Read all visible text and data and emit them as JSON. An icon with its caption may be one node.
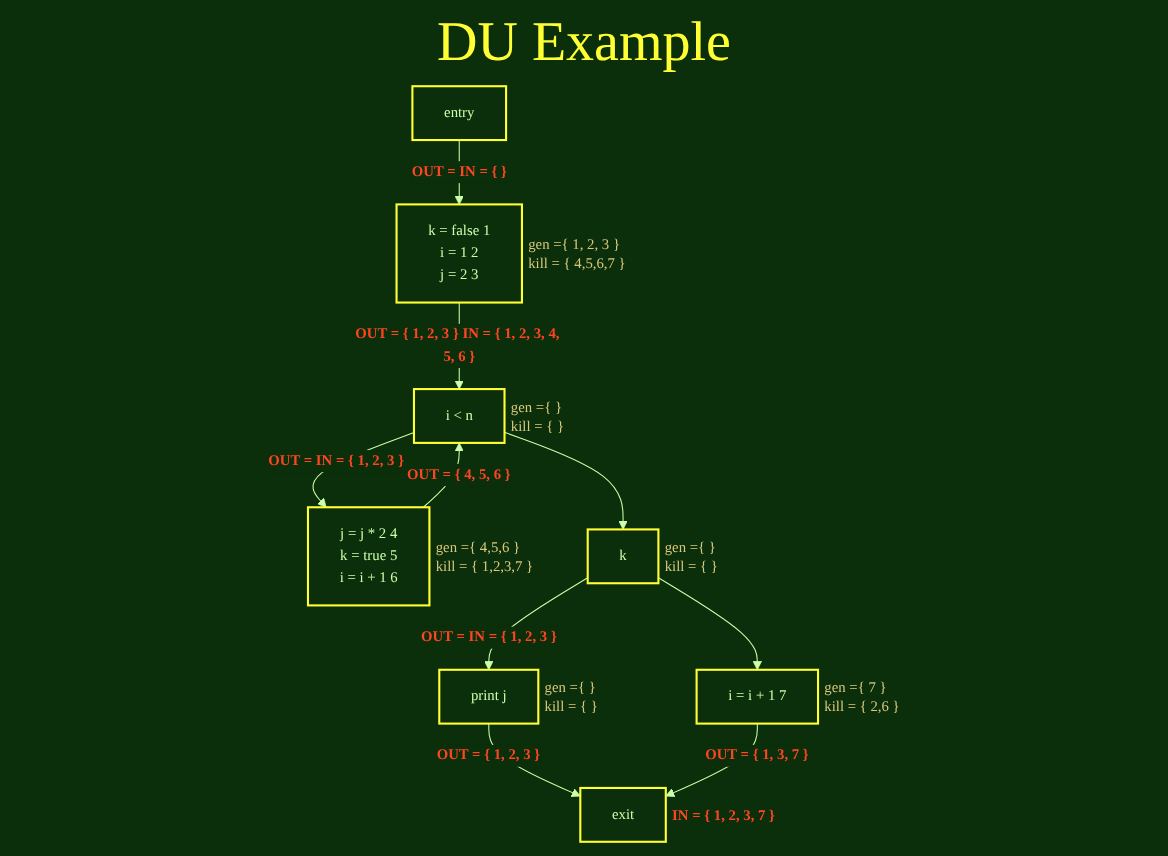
{
  "diagram": {
    "title": "DU Example",
    "nodes": [
      {
        "text": [
          "entry"
        ]
      },
      {
        "text": [
          "k = false 1",
          "i = 1 2",
          "j = 2 3"
        ],
        "beside": [
          "gen ={ 1, 2, 3 }",
          "kill = { 4,5,6,7 }"
        ]
      },
      {
        "text": [
          "i < n"
        ],
        "beside": [
          "gen ={ }",
          "kill = { }"
        ]
      },
      {
        "text": [
          "j = j * 2 4",
          "k = true 5",
          "i = i + 1 6"
        ],
        "beside": [
          "gen ={ 4,5,6 }",
          "kill = { 1,2,3,7 }"
        ]
      },
      {
        "text": [
          "k"
        ],
        "beside": [
          "gen ={ }",
          "kill = { }"
        ]
      },
      {
        "text": [
          "print j"
        ],
        "beside": [
          "gen ={ }",
          "kill = { }"
        ]
      },
      {
        "text": [
          "i = i + 1 7"
        ],
        "beside": [
          "gen ={ 7 }",
          "kill = { 2,6 }"
        ]
      },
      {
        "text": [
          "exit"
        ],
        "beside": [
          "IN = { 1, 2, 3, 7 }"
        ]
      }
    ],
    "edges": [
      {
        "from": 0,
        "to": 1,
        "arrow": "to",
        "label": "OUT = IN = { }"
      },
      {
        "from": 1,
        "to": 2,
        "arrow": "to",
        "label": "OUT = { 1, 2, 3 } IN = { 1, 2, 3, 4, 5, 6 }"
      },
      {
        "from": 2,
        "to": 3,
        "arrow": "to",
        "label": "OUT = IN = { 1, 2, 3 }"
      },
      {
        "from": 2,
        "to": 4,
        "arrow": "to"
      },
      {
        "from": 3,
        "to": 2,
        "arrow": "to",
        "label": "OUT = { 4, 5, 6 }"
      },
      {
        "from": 4,
        "to": 5,
        "arrow": "to",
        "label": "OUT = IN = { 1, 2, 3 }"
      },
      {
        "from": 4,
        "to": 6,
        "arrow": "to"
      },
      {
        "from": 5,
        "to": 7,
        "arrow": "to",
        "label": "OUT = { 1, 2, 3 }"
      },
      {
        "from": 6,
        "to": 7,
        "arrow": "to",
        "label": "OUT = { 1, 3, 7 }"
      }
    ]
  }
}
